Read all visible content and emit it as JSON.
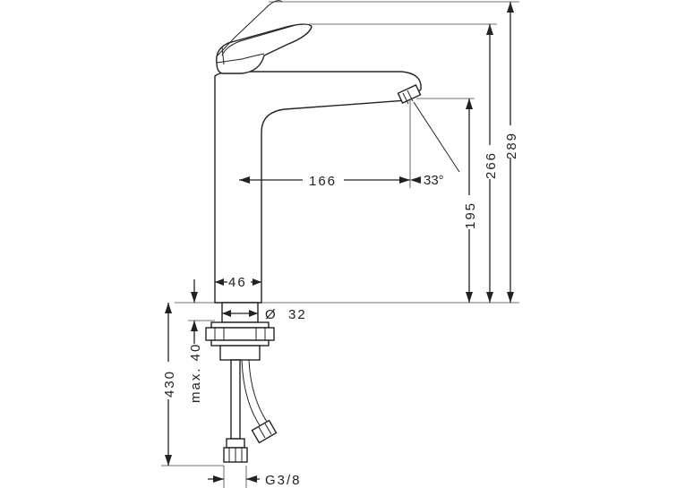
{
  "dimensions": {
    "total_height": "289",
    "spout_height_top": "266",
    "spout_outlet_height": "195",
    "spout_reach": "166",
    "spray_angle": "33°",
    "body_width": "46",
    "hole_diameter": "Ø  32",
    "max_counter_thickness": "max. 40",
    "hose_length": "430",
    "connection_thread": "G3/8"
  }
}
